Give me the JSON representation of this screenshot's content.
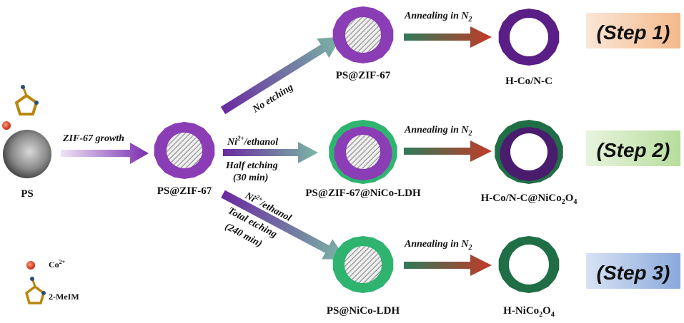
{
  "labels": {
    "ps": "PS",
    "ps_zif_center": "PS@ZIF-67",
    "ps_zif_top": "PS@ZIF-67",
    "h_con_c": "H-Co/N-C",
    "ps_zif_nico": "PS@ZIF-67@NiCo-LDH",
    "h_con_c_nico_main": "H-Co/N-C@NiCo",
    "h_con_c_nico_sub2": "2",
    "h_con_c_nico_o": "O",
    "h_con_c_nico_sub4": "4",
    "ps_nico": "PS@NiCo-LDH",
    "h_nico_main": "H-NiCo",
    "h_nico_sub2": "2",
    "h_nico_o": "O",
    "h_nico_sub4": "4"
  },
  "arrows": {
    "zif_growth": "ZIF-67 growth",
    "no_etching": "No etching",
    "ni_main": "Ni",
    "ni_sup": "2+",
    "ethanol": "/ethanol",
    "half_etching": "Half etching",
    "half_time": "(30 min)",
    "ni2_main": "Ni",
    "ni2_sup": "2+",
    "ethanol2": "/ethanol",
    "total_etching": "Total etching",
    "total_time": "(240 min)",
    "annealing": "Annealing  in  N",
    "annealing_sub": "2"
  },
  "steps": [
    "(Step 1)",
    "(Step 2)",
    "(Step 3)"
  ],
  "legend": {
    "co_main": "Co",
    "co_sup": "2+",
    "ligand": "2-MeIM"
  },
  "colors": {
    "zif_purple": "#8a3db5",
    "ldh_green": "#2fb470",
    "dark_purple": "#4a1c6e",
    "dark_green": "#1f6e45",
    "step1_bg": "#f6c7a3",
    "step2_bg": "#c9e8b4",
    "step3_bg": "#a6bde3"
  }
}
